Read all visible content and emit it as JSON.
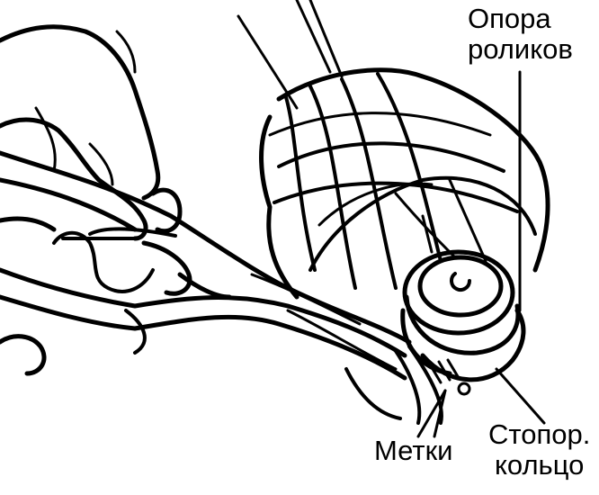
{
  "labels": {
    "roller_support": [
      "Опора",
      "роликов"
    ],
    "marks": "Метки",
    "retaining_ring": [
      "Стопор.",
      "кольцо"
    ]
  },
  "colors": {
    "ink": "#000000",
    "paper": "#ffffff"
  }
}
